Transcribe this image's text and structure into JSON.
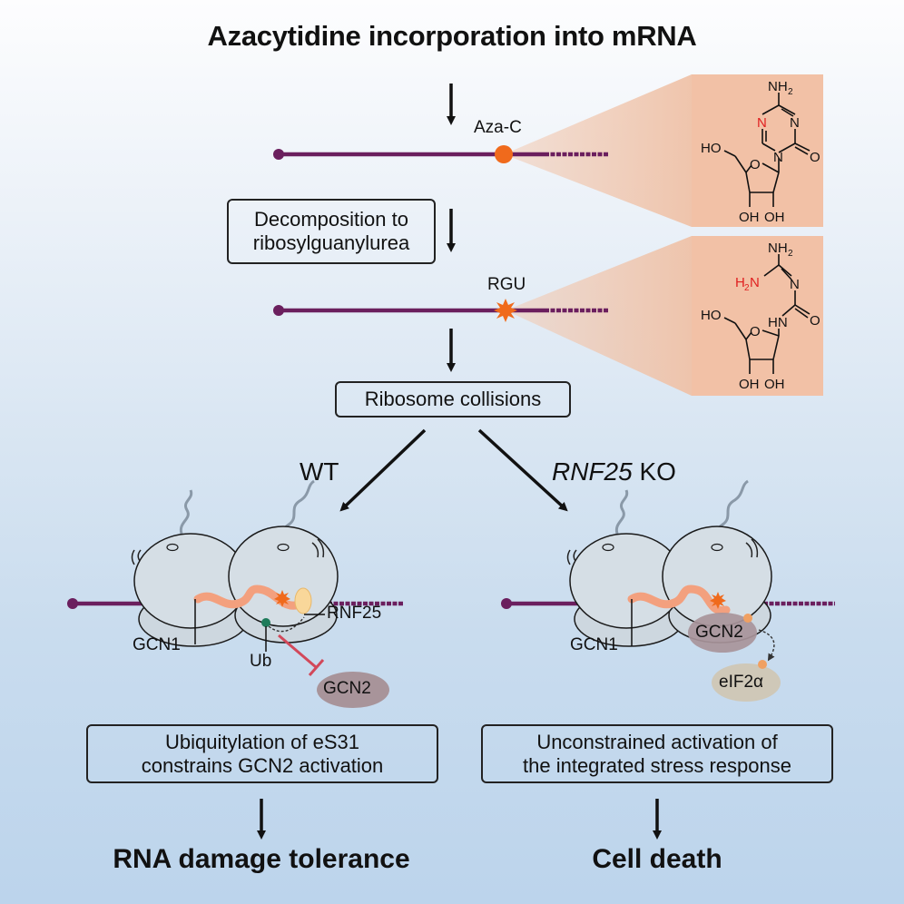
{
  "title": "Azacytidine incorporation into mRNA",
  "step1": {
    "nucleotide_label": "Aza-C",
    "structure": {
      "name": "azacytidine",
      "atoms": [
        "NH2",
        "N",
        "N",
        "N",
        "O",
        "HO",
        "O",
        "OH",
        "OH"
      ],
      "highlight_atom": "N"
    }
  },
  "step2": {
    "box_line1": "Decomposition to",
    "box_line2": "ribosylguanylurea",
    "nucleotide_label": "RGU",
    "structure": {
      "name": "ribosylguanylurea",
      "atoms": [
        "NH2",
        "H2N",
        "N",
        "HN",
        "O",
        "HO",
        "O",
        "OH",
        "OH"
      ],
      "highlight_atom": "H2N"
    }
  },
  "step3": {
    "box_label": "Ribosome collisions"
  },
  "branches": {
    "wt": {
      "label": "WT",
      "labels": {
        "gcn1": "GCN1",
        "ub": "Ub",
        "rnf25": "RNF25",
        "gcn2": "GCN2"
      },
      "box_line1": "Ubiquitylation of eS31",
      "box_line2": "constrains GCN2 activation",
      "outcome": "RNA damage tolerance"
    },
    "ko": {
      "label_italic": "RNF25",
      "label_rest": " KO",
      "labels": {
        "gcn1": "GCN1",
        "gcn2": "GCN2",
        "eif2a": "eIF2α"
      },
      "box_line1": "Unconstrained activation of",
      "box_line2": "the integrated stress response",
      "outcome": "Cell death"
    }
  },
  "colors": {
    "mrna": "#6b1f5e",
    "aza_c": "#f06a1c",
    "zoom_wedge": "#f2c9b1",
    "structure_bg": "#f2c1a6",
    "ribosome_fill": "#d3dce3",
    "ribosome_shadow": "#b9c6cf",
    "peptide": "#f3a07e",
    "rnf25": "#f9d79a",
    "ub": "#1e7b5a",
    "gcn2": "#a8949a",
    "eif2a": "#cfc8b8",
    "phospho": "#f0a062",
    "inhibition": "#d2485a",
    "highlight_atom": "#e02020"
  }
}
